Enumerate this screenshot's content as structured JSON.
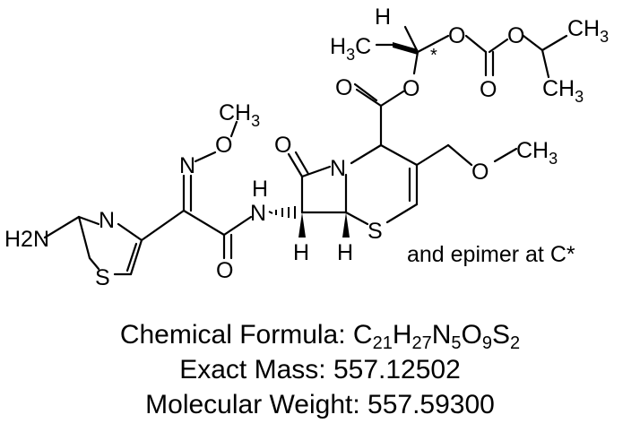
{
  "structure": {
    "atoms": {
      "h2n": "H2N",
      "thiazole_n": "N",
      "thiazole_s": "S",
      "oxime_n": "N",
      "oxime_o": "O",
      "methoxy_ch3": "CH3",
      "amide_o": "O",
      "amide_h": "H",
      "amide_n": "N",
      "lactam_o": "O",
      "lactam_n": "N",
      "ring_s": "S",
      "h_left": "H",
      "h_right": "H",
      "ester_o_carbonyl": "O",
      "ester_o": "O",
      "side_o": "O",
      "side_ch3": "CH3",
      "h_top": "H",
      "h3c": "H3C",
      "star": "*",
      "carbonate_o1": "O",
      "carbonate_o2": "O",
      "carbonate_o3": "O",
      "ipr_ch3_top": "CH3",
      "ipr_ch3_bottom": "CH3"
    },
    "note": "and epimer at C*"
  },
  "caption": {
    "formula_label": "Chemical Formula: ",
    "formula_parts": [
      "C",
      "21",
      "H",
      "27",
      "N",
      "5",
      "O",
      "9",
      "S",
      "2"
    ],
    "exact_mass": "Exact Mass: 557.12502",
    "molecular_weight": "Molecular Weight: 557.59300"
  }
}
